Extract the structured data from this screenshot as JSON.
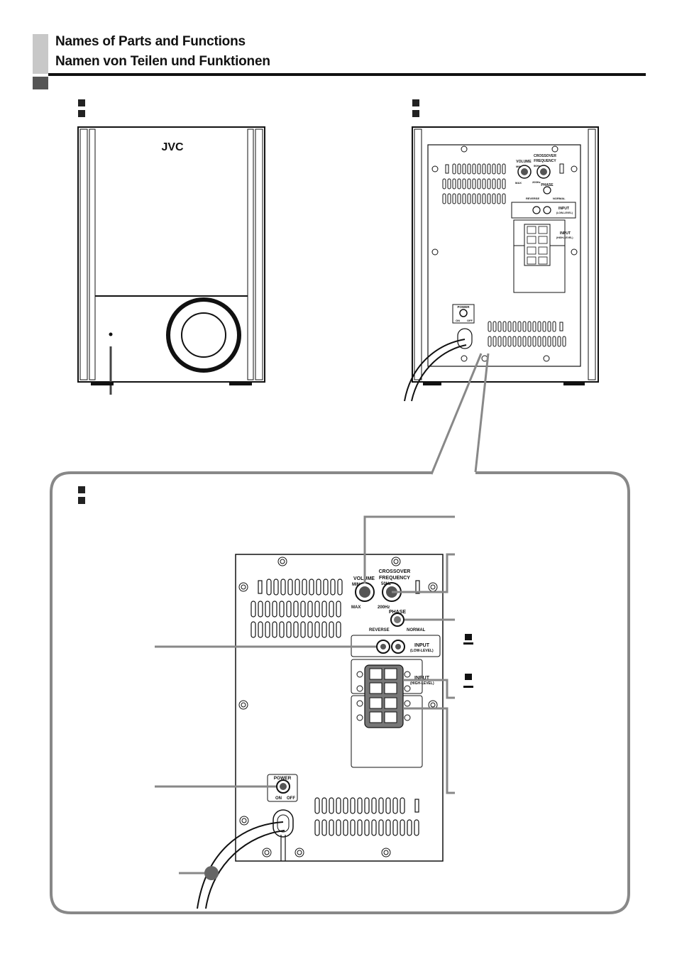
{
  "header": {
    "title_en": "Names of Parts and Functions",
    "title_de": "Namen von Teilen und Funktionen"
  },
  "front": {
    "brand": "JVC"
  },
  "panel_small": {
    "volume": "VOLUME",
    "crossover": "CROSSOVER",
    "frequency": "FREQUENCY",
    "min": "MIN",
    "max": "MAX",
    "hz50": "50Hz",
    "hz200": "200Hz",
    "phase": "PHASE",
    "reverse": "REVERSE",
    "normal": "NORMAL",
    "input": "INPUT",
    "low_level": "(LOW-LEVEL)",
    "high_level": "(HIGH-LEVEL)",
    "power": "POWER",
    "on": "ON",
    "off": "OFF"
  },
  "panel_large": {
    "volume": "VOLUME",
    "crossover": "CROSSOVER",
    "frequency": "FREQUENCY",
    "min": "MIN",
    "max": "MAX",
    "hz50": "50Hz",
    "hz200": "200Hz",
    "phase": "PHASE",
    "reverse": "REVERSE",
    "normal": "NORMAL",
    "input_low": "INPUT",
    "low_level": "(LOW-LEVEL)",
    "input_high": "INPUT",
    "high_level": "(HIGH-LEVEL)",
    "power": "POWER",
    "on": "ON",
    "off": "OFF"
  }
}
